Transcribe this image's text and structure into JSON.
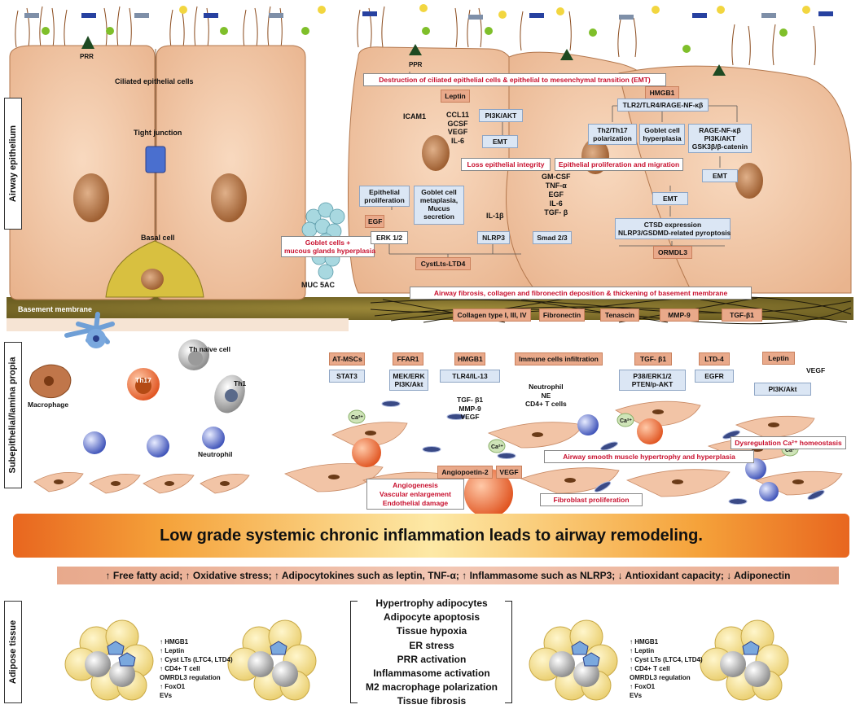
{
  "side_labels": {
    "epithelium": "Airway epithelium",
    "subepithelial": "Subepithelial/lamina propia",
    "adipose": "Adipose tissue"
  },
  "left_epithelium": {
    "prr": "PRR",
    "ciliated": "Ciliated epithelial cells",
    "tight_junction": "Tight junction",
    "basal_cell": "Basal cell",
    "basement_membrane": "Basement membrane",
    "muc5ac": "MUC 5AC",
    "goblet_hyperplasia": "Goblet cells +\nmucous glands hyperplasia"
  },
  "right_epithelium": {
    "ppr": "PPR",
    "destruction": "Destruction of ciliated epithelial cells & epithelial to mesenchymal transition (EMT)",
    "leptin": "Leptin",
    "icam1": "ICAM1",
    "cytokines": "CCL11\nGCSF\nVEGF\nIL-6",
    "pi3k": "PI3K/AKT",
    "emt1": "EMT",
    "loss_integrity": "Loss epithelial integrity",
    "epi_prolif": "Epithelial\nproliferation",
    "goblet_meta": "Goblet cell\nmetaplasia,\nMucus\nsecretion",
    "egf": "EGF",
    "erk": "ERK 1/2",
    "il1b": "IL-1β",
    "nlrp3": "NLRP3",
    "cystlts": "CystLts-LTD4",
    "gmcsf": "GM-CSF\nTNF-α\nEGF\nIL-6\nTGF- β",
    "smad": "Smad 2/3",
    "epi_prolif_mig": "Epithelial proliferation and migration",
    "hmgb1": "HMGB1",
    "tlr": "TLR2/TLR4/RAGE-NF-κβ",
    "th2": "Th2/Th17\npolarization",
    "goblet_hyper": "Goblet cell\nhyperplasia",
    "rage": "RAGE-NF-κβ\nPI3K/AKT\nGSK3β/β-catenin",
    "emt2": "EMT",
    "emt3": "EMT",
    "ctsd": "CTSD expression\nNLRP3/GSDMD-related pyroptosis",
    "ormdl3": "ORMDL3",
    "fibrosis": "Airway fibrosis, collagen and fibronectin deposition & thickening of basement membrane",
    "ecm": [
      "Collagen type I, III, IV",
      "Fibronectin",
      "Tenascin",
      "MMP-9",
      "TGF-β1"
    ]
  },
  "immune": {
    "macrophage": "Macrophage",
    "th17": "Th17",
    "th_naive": "Th naive cell",
    "th1": "Th1",
    "neutrophil": "Neutrophil"
  },
  "sub_factors": [
    {
      "head": "AT-MSCs",
      "sub": "STAT3"
    },
    {
      "head": "FFAR1",
      "sub": "MEK/ERK\nPI3K/Akt"
    },
    {
      "head": "HMGB1",
      "sub": "TLR4/IL-13",
      "out": "TGF- β1\nMMP-9\nVEGF"
    },
    {
      "head": "Immune cells infiltration",
      "out": "Neutrophil\nNE\nCD4+ T cells"
    },
    {
      "head": "TGF- β1",
      "sub": "P38/ERK1/2\nPTEN/p-AKT"
    },
    {
      "head": "LTD-4",
      "sub": "EGFR"
    },
    {
      "head": "Leptin",
      "sub": "PI3K/Akt",
      "side": "VEGF"
    }
  ],
  "sub_labels": {
    "ca": "Ca²⁺",
    "dysregulation": "Dysregulation Ca²⁺ homeostasis",
    "asm": "Airway smooth muscle hypertrophy and hyperplasia",
    "angiopoietin": "Angiopoetin-2",
    "vegf": "VEGF",
    "angio": "Angiogenesis\nVascular enlargement\nEndothelial damage",
    "fibroblast": "Fibroblast proliferation"
  },
  "banner": "Low grade systemic chronic inflammation leads to airway remodeling.",
  "factors_bar": "↑ Free fatty acid; ↑ Oxidative stress; ↑ Adipocytokines such as leptin, TNF-α; ↑ Inflammasome such as NLRP3; ↓ Antioxidant capacity; ↓ Adiponectin",
  "adipose_effects": [
    "Hypertrophy adipocytes",
    "Adipocyte apoptosis",
    "Tissue hypoxia",
    "ER stress",
    "PRR activation",
    "Inflammasome activation",
    "M2 macrophage polarization",
    "Tissue fibrosis"
  ],
  "adipose_markers": [
    "↑ HMGB1",
    "↑ Leptin",
    "↑ Cyst LTs (LTC4, LTD4)",
    "↑ CD4+ T cell",
    "OMRDL3 regulation",
    "↑ FoxO1",
    "EVs"
  ],
  "adipose_markers_right": [
    "↑ HMGB1",
    "↑ Leptin",
    "↑ Cyst LTs (LTC4, LTD4)",
    "↑ CD4+ T cell",
    "OMRDL3 regulation",
    "↑ FoxO1",
    "EVs"
  ]
}
